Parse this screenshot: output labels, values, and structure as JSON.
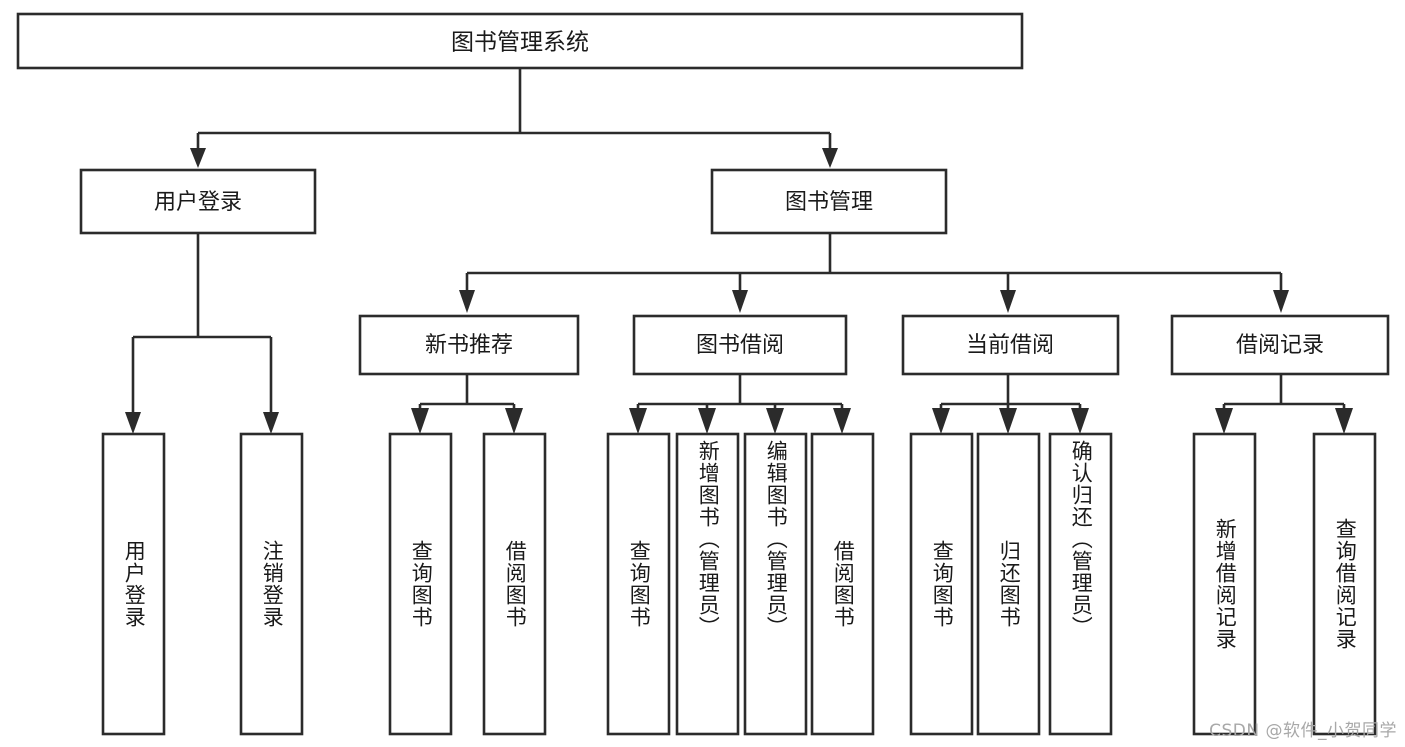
{
  "diagram": {
    "title": "图书管理系统",
    "watermark": "CSDN @软件_小贺同学",
    "colors": {
      "stroke": "#2b2b2b",
      "fill": "#ffffff",
      "text": "#1a1a1a",
      "watermark": "#a8a8a8"
    },
    "root": {
      "label": "图书管理系统"
    },
    "level2": [
      {
        "label": "用户登录"
      },
      {
        "label": "图书管理"
      }
    ],
    "level3": [
      {
        "label": "新书推荐"
      },
      {
        "label": "图书借阅"
      },
      {
        "label": "当前借阅"
      },
      {
        "label": "借阅记录"
      }
    ],
    "leaves": {
      "user_login": [
        {
          "label": "用户登录"
        },
        {
          "label": "注销登录"
        }
      ],
      "new_book_recommend": [
        {
          "label": "查询图书"
        },
        {
          "label": "借阅图书"
        }
      ],
      "book_borrow": [
        {
          "label": "查询图书"
        },
        {
          "label": "新增图书（管理员）"
        },
        {
          "label": "编辑图书（管理员）"
        },
        {
          "label": "借阅图书"
        }
      ],
      "current_borrow": [
        {
          "label": "查询图书"
        },
        {
          "label": "归还图书"
        },
        {
          "label": "确认归还（管理员）"
        }
      ],
      "borrow_record": [
        {
          "label": "新增借阅记录"
        },
        {
          "label": "查询借阅记录"
        }
      ]
    }
  }
}
